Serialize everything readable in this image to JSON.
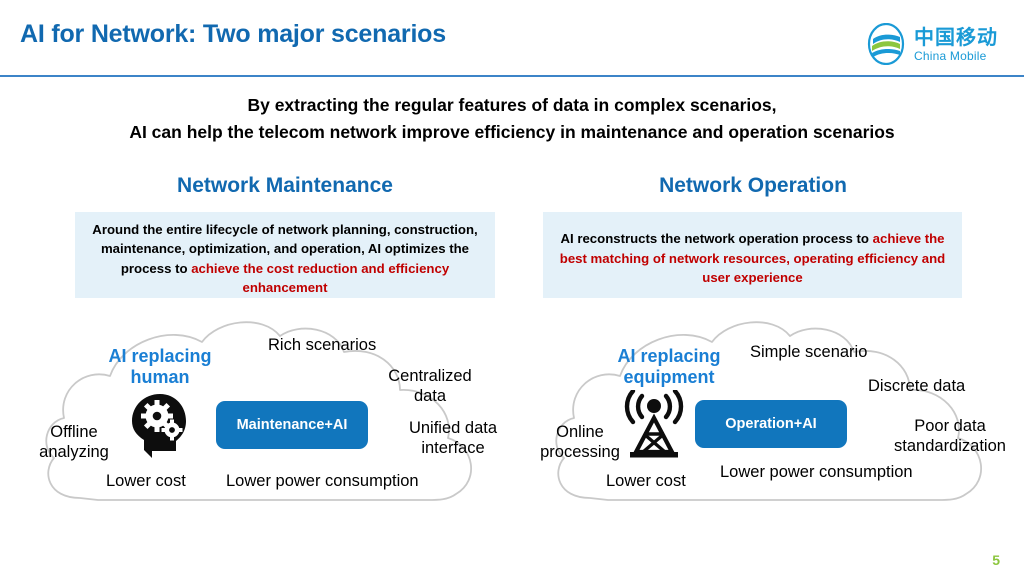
{
  "header": {
    "title": "AI for Network: Two major scenarios",
    "logo": {
      "icon": "china-mobile-logo-icon",
      "chinese_name": "中国移动",
      "english_name": "China Mobile",
      "color": "#1a9ad6"
    },
    "rule_color": "#3C84C8",
    "title_color": "#1169B0"
  },
  "subtitle": {
    "line1": "By extracting the regular features of data in complex scenarios,",
    "line2": "AI can help the telecom network improve efficiency in maintenance and operation scenarios"
  },
  "columns": [
    {
      "heading": "Network Maintenance",
      "description": {
        "normal_text": "Around the entire lifecycle of network planning, construction, maintenance, optimization, and operation, AI optimizes the process to ",
        "highlight_text": "achieve the cost reduction and efficiency enhancement",
        "highlight_color": "#C00000",
        "background": "#E4F1F9"
      },
      "cloud": {
        "title": "AI replacing human",
        "title_color": "#1A7FD4",
        "icon": "head-with-gears-icon",
        "pill_label": "Maintenance+AI",
        "pill_color": "#1176BD",
        "labels": [
          {
            "name": "rich-scenarios",
            "text": "Rich scenarios"
          },
          {
            "name": "centralized-data",
            "text": "Centralized data"
          },
          {
            "name": "unified-data-interface",
            "text": "Unified data interface"
          },
          {
            "name": "offline-analyzing",
            "text": "Offline analyzing"
          },
          {
            "name": "lower-cost",
            "text": "Lower cost"
          },
          {
            "name": "lower-power-consumption",
            "text": "Lower power consumption"
          }
        ]
      }
    },
    {
      "heading": "Network Operation",
      "description": {
        "normal_text": "AI reconstructs the network operation process to ",
        "highlight_text": "achieve the best matching of network resources, operating efficiency and user experience",
        "highlight_color": "#C00000",
        "background": "#E4F1F9"
      },
      "cloud": {
        "title": "AI replacing equipment",
        "title_color": "#1A7FD4",
        "icon": "radio-tower-icon",
        "pill_label": "Operation+AI",
        "pill_color": "#1176BD",
        "labels": [
          {
            "name": "simple-scenario",
            "text": "Simple scenario"
          },
          {
            "name": "discrete-data",
            "text": "Discrete data"
          },
          {
            "name": "poor-data-standardization",
            "text": "Poor data standardization"
          },
          {
            "name": "online-processing",
            "text": "Online processing"
          },
          {
            "name": "lower-cost",
            "text": "Lower cost"
          },
          {
            "name": "lower-power-consumption",
            "text": "Lower power consumption"
          }
        ]
      }
    }
  ],
  "footer": {
    "page_number": "5",
    "page_number_color": "#8CC63E"
  }
}
